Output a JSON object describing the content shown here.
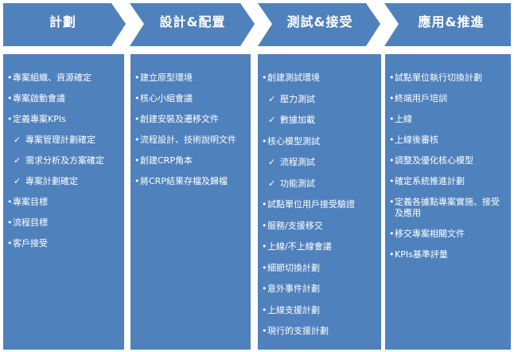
{
  "colors": {
    "chevron": "#4f81bd",
    "column": "#4f81bd",
    "text": "#ffffff"
  },
  "phases": [
    {
      "title": "計劃",
      "items": [
        {
          "text": "專案組織、資源確定",
          "type": "bullet"
        },
        {
          "text": "專案啟動會議",
          "type": "bullet"
        },
        {
          "text": "定義專案KPIs",
          "type": "bullet"
        },
        {
          "text": "專案管理計劃確定",
          "type": "check"
        },
        {
          "text": "需求分析及方案確定",
          "type": "check"
        },
        {
          "text": "專案計劃確定",
          "type": "check"
        },
        {
          "text": "專案目標",
          "type": "bullet"
        },
        {
          "text": "流程目標",
          "type": "bullet"
        },
        {
          "text": "客戶接受",
          "type": "bullet"
        }
      ]
    },
    {
      "title": "設計&配置",
      "items": [
        {
          "text": "建立原型環境",
          "type": "bullet"
        },
        {
          "text": "核心小組會議",
          "type": "bullet"
        },
        {
          "text": "創建安裝及遷移文件",
          "type": "bullet"
        },
        {
          "text": "流程設計、技術說明文件",
          "type": "bullet"
        },
        {
          "text": "創建CRP角本",
          "type": "bullet"
        },
        {
          "text": "將CRP結果存檔及歸檔",
          "type": "bullet"
        }
      ]
    },
    {
      "title": "測試&接受",
      "items": [
        {
          "text": "創建測試環境",
          "type": "bullet"
        },
        {
          "text": "壓力測試",
          "type": "check"
        },
        {
          "text": "數據加載",
          "type": "check"
        },
        {
          "text": "核心模型測試",
          "type": "bullet"
        },
        {
          "text": "流程測試",
          "type": "check"
        },
        {
          "text": "功能測試",
          "type": "check"
        },
        {
          "text": "試點單位用戶接受驗證",
          "type": "bullet"
        },
        {
          "text": "服務/支援移交",
          "type": "bullet"
        },
        {
          "text": "上線/不上線會議",
          "type": "bullet"
        },
        {
          "text": "細節切換計劃",
          "type": "bullet"
        },
        {
          "text": "意外事件計劃",
          "type": "bullet"
        },
        {
          "text": "上線支援計劃",
          "type": "bullet"
        },
        {
          "text": "現行的支援計劃",
          "type": "bullet"
        }
      ]
    },
    {
      "title": "應用&推進",
      "items": [
        {
          "text": "試點單位執行切換計劃",
          "type": "bullet"
        },
        {
          "text": "終端用戶培訓",
          "type": "bullet"
        },
        {
          "text": "上線",
          "type": "bullet"
        },
        {
          "text": "上線後審核",
          "type": "bullet"
        },
        {
          "text": "調整及優化核心模型",
          "type": "bullet"
        },
        {
          "text": "確定系統推進計劃",
          "type": "bullet"
        },
        {
          "text": "定義各據點專案實施、接受及應用",
          "type": "bullet"
        },
        {
          "text": "移交專案相關文件",
          "type": "bullet"
        },
        {
          "text": "KPIs基準評量",
          "type": "bullet"
        }
      ]
    }
  ]
}
